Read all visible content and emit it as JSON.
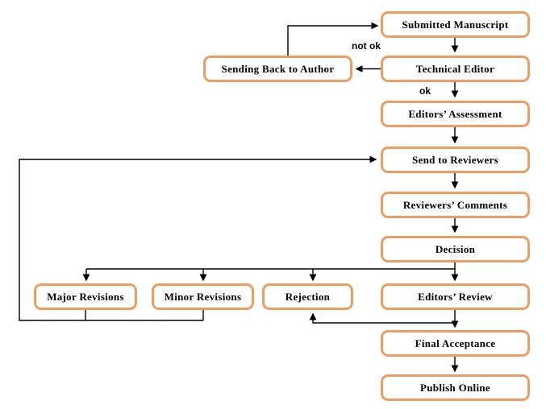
{
  "diagram": {
    "type": "flowchart",
    "colors": {
      "node_border": "#ED9D62",
      "node_fill": "#FFFFFF",
      "connector": "#000000",
      "text": "#000000"
    },
    "nodes": [
      {
        "id": "submitted-manuscript",
        "label": "Submitted Manuscript"
      },
      {
        "id": "technical-editor",
        "label": "Technical Editor"
      },
      {
        "id": "sending-back-to-author",
        "label": "Sending Back to Author"
      },
      {
        "id": "editors-assessment",
        "label": "Editors’ Assessment"
      },
      {
        "id": "send-to-reviewers",
        "label": "Send to Reviewers"
      },
      {
        "id": "reviewers-comments",
        "label": "Reviewers’ Comments"
      },
      {
        "id": "decision",
        "label": "Decision"
      },
      {
        "id": "major-revisions",
        "label": "Major Revisions"
      },
      {
        "id": "minor-revisions",
        "label": "Minor Revisions"
      },
      {
        "id": "rejection",
        "label": "Rejection"
      },
      {
        "id": "editors-review",
        "label": "Editors’ Review"
      },
      {
        "id": "final-acceptance",
        "label": "Final Acceptance"
      },
      {
        "id": "publish-online",
        "label": "Publish Online"
      }
    ],
    "edge_labels": {
      "not_ok": "not ok",
      "ok": "ok"
    },
    "edges": [
      {
        "from": "Submitted Manuscript",
        "to": "Technical Editor",
        "label": ""
      },
      {
        "from": "Technical Editor",
        "to": "Sending Back to Author",
        "label": "not ok"
      },
      {
        "from": "Sending Back to Author",
        "to": "Submitted Manuscript",
        "label": ""
      },
      {
        "from": "Technical Editor",
        "to": "Editors’ Assessment",
        "label": "ok"
      },
      {
        "from": "Editors’ Assessment",
        "to": "Send to Reviewers",
        "label": ""
      },
      {
        "from": "Send to Reviewers",
        "to": "Reviewers’ Comments",
        "label": ""
      },
      {
        "from": "Reviewers’ Comments",
        "to": "Decision",
        "label": ""
      },
      {
        "from": "Decision",
        "to": "Major Revisions",
        "label": ""
      },
      {
        "from": "Decision",
        "to": "Minor Revisions",
        "label": ""
      },
      {
        "from": "Decision",
        "to": "Rejection",
        "label": ""
      },
      {
        "from": "Decision",
        "to": "Editors’ Review",
        "label": ""
      },
      {
        "from": "Major Revisions",
        "to": "Send to Reviewers",
        "label": ""
      },
      {
        "from": "Minor Revisions",
        "to": "Send to Reviewers",
        "label": ""
      },
      {
        "from": "Editors’ Review",
        "to": "Rejection",
        "label": ""
      },
      {
        "from": "Editors’ Review",
        "to": "Final Acceptance",
        "label": ""
      },
      {
        "from": "Final Acceptance",
        "to": "Publish Online",
        "label": ""
      }
    ]
  }
}
